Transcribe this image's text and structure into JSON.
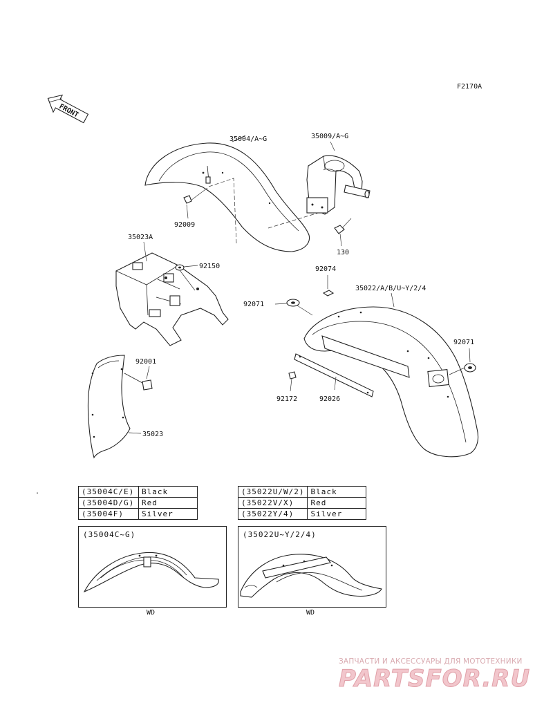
{
  "figure_code": "F2170A",
  "front_label": "FRONT",
  "callouts": {
    "p35004": "35004/A~G",
    "p35009": "35009/A~G",
    "p92009": "92009",
    "p130": "130",
    "p35023A": "35023A",
    "p92150": "92150",
    "p92074": "92074",
    "p35022": "35022/A/B/U~Y/2/4",
    "p92071a": "92071",
    "p92071b": "92071",
    "p92001": "92001",
    "p92172": "92172",
    "p92026": "92026",
    "p35023": "35023"
  },
  "color_table_left": [
    {
      "code": "(35004C/E)",
      "color": "Black"
    },
    {
      "code": "(35004D/G)",
      "color": "Red"
    },
    {
      "code": "(35004F)",
      "color": "Silver"
    }
  ],
  "color_table_right": [
    {
      "code": "(35022U/W/2)",
      "color": "Black"
    },
    {
      "code": "(35022V/X)",
      "color": "Red"
    },
    {
      "code": "(35022Y/4)",
      "color": "Silver"
    }
  ],
  "detail_left": {
    "title": "(35004C~G)",
    "caption": "WD"
  },
  "detail_right": {
    "title": "(35022U~Y/2/4)",
    "caption": "WD"
  },
  "watermark": {
    "subtitle": "ЗАПЧАСТИ И АКСЕССУАРЫ ДЛЯ МОТОТЕХНИКИ",
    "brand": "PARTSFOR.RU"
  },
  "colors": {
    "line": "#222222",
    "watermark": "#f2c6cc"
  }
}
